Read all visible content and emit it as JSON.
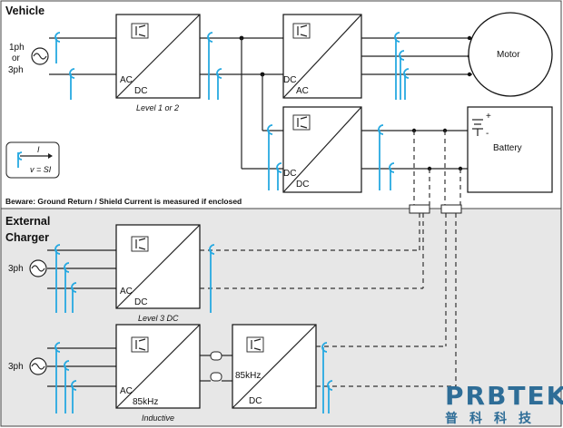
{
  "sections": {
    "vehicle": "Vehicle",
    "external_line1": "External",
    "external_line2": "Charger"
  },
  "sources": {
    "vehicle_line1": "1ph",
    "vehicle_line2": "or",
    "vehicle_line3": "3ph",
    "level3_phase": "3ph",
    "inductive_phase": "3ph"
  },
  "converters": {
    "level12": {
      "in": "AC",
      "out": "DC",
      "caption": "Level 1 or 2"
    },
    "motor_inv": {
      "in": "DC",
      "out": "AC"
    },
    "dcdc": {
      "in": "DC",
      "out": "DC"
    },
    "level3": {
      "in": "AC",
      "out": "DC",
      "caption": "Level 3 DC"
    },
    "ind_tx": {
      "in": "AC",
      "out": "85kHz",
      "caption": "Inductive"
    },
    "ind_rx": {
      "in": "85kHz",
      "out": "DC"
    }
  },
  "loads": {
    "motor": "Motor",
    "battery": "Battery",
    "battery_plus": "+",
    "battery_minus": "-"
  },
  "legend": {
    "current": "I",
    "formula": "v = SI"
  },
  "note": "Beware: Ground Return / Shield Current is measured if enclosed",
  "brand": {
    "name": "PRBTEK",
    "chinese": "普科科技"
  },
  "colors": {
    "probe": "#27a9e1",
    "external_bg": "#e7e7e7",
    "brand": "#2e6d97"
  }
}
